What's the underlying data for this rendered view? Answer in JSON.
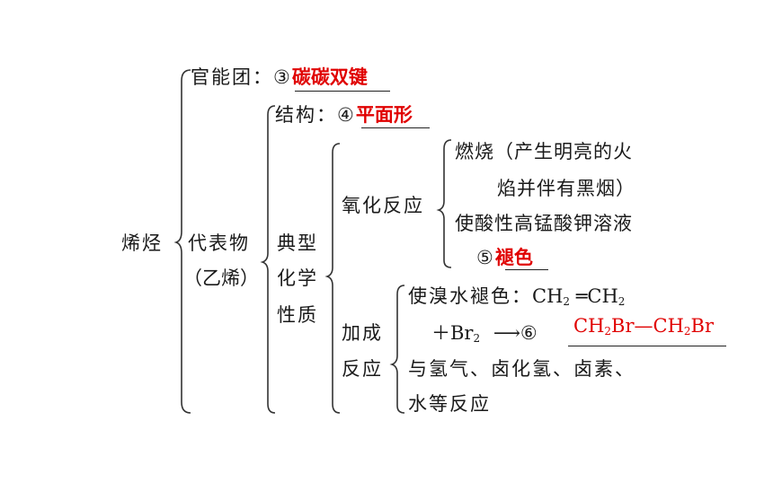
{
  "root": "烯烃",
  "functional_group": {
    "label": "官能团：",
    "num": "③",
    "answer": "碳碳双键"
  },
  "representative": {
    "line1": "代表物",
    "line2": "（乙烯）"
  },
  "structure": {
    "label": "结构：",
    "num": "④",
    "answer": "平面形"
  },
  "typical_props": {
    "line1": "典型",
    "line2": "化学",
    "line3": "性质"
  },
  "oxidation": {
    "label": "氧化反应",
    "burn_line1": "燃烧（产生明亮的火",
    "burn_line2": "焰并伴有黑烟）",
    "kmno4": "使酸性高锰酸钾溶液",
    "num": "⑤",
    "answer": "褪色"
  },
  "addition": {
    "label_line1": "加成",
    "label_line2": "反应",
    "bromine_prefix": "使溴水褪色：",
    "ch2_1": "CH",
    "sub2": "2",
    "double_bond": "═",
    "ch2_2": "CH",
    "plus_br": "＋Br",
    "arrow": "⟶",
    "num": "⑥",
    "answer_p1": "CH",
    "answer_p2": "Br—CH",
    "answer_p3": "Br",
    "others_line1": "与氢气、卤化氢、卤素、",
    "others_line2": "水等反应"
  }
}
